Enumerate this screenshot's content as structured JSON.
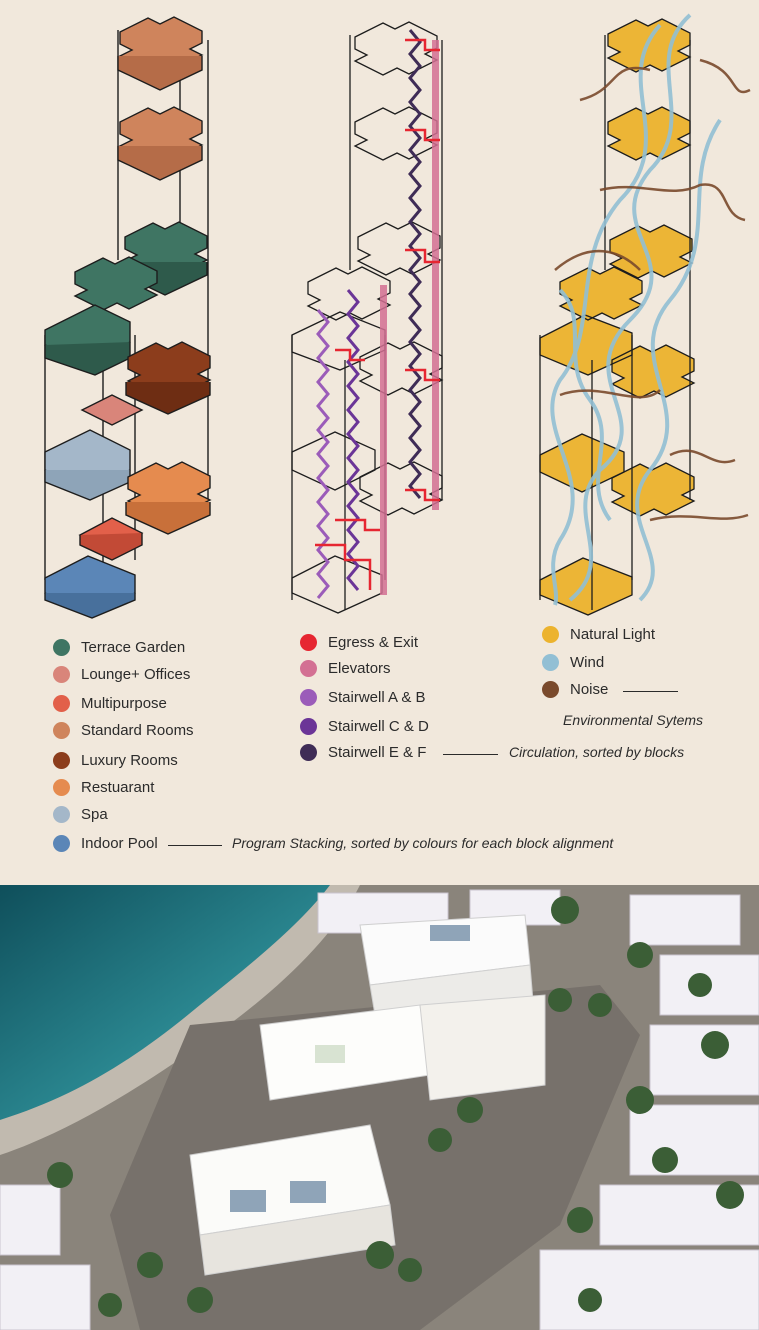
{
  "program_legend": {
    "items": [
      {
        "label": "Terrace Garden",
        "color": "#3f7563"
      },
      {
        "label": "Lounge+ Offices",
        "color": "#d9857a"
      },
      {
        "label": "Multipurpose",
        "color": "#e2604a"
      },
      {
        "label": "Standard Rooms",
        "color": "#cf845c"
      },
      {
        "label": "Luxury Rooms",
        "color": "#8c3d1c"
      },
      {
        "label": "Restuarant",
        "color": "#e58b4f"
      },
      {
        "label": "Spa",
        "color": "#a4b7c9"
      },
      {
        "label": "Indoor Pool",
        "color": "#5b86b7"
      }
    ],
    "caption": "Program Stacking, sorted by colours for each block alignment"
  },
  "circulation_legend": {
    "items": [
      {
        "label": "Egress & Exit",
        "color": "#e62631"
      },
      {
        "label": "Elevators",
        "color": "#d37093"
      },
      {
        "label": "Stairwell A & B",
        "color": "#9b5cb9"
      },
      {
        "label": "Stairwell C & D",
        "color": "#6b3597"
      },
      {
        "label": "Stairwell E & F",
        "color": "#3f2c56"
      }
    ],
    "caption": "Circulation, sorted by blocks"
  },
  "environment_legend": {
    "items": [
      {
        "label": "Natural Light",
        "color": "#ecb32e"
      },
      {
        "label": "Wind",
        "color": "#92bfd4"
      },
      {
        "label": "Noise",
        "color": "#7a4a2c"
      }
    ],
    "caption": "Environmental Sytems"
  }
}
